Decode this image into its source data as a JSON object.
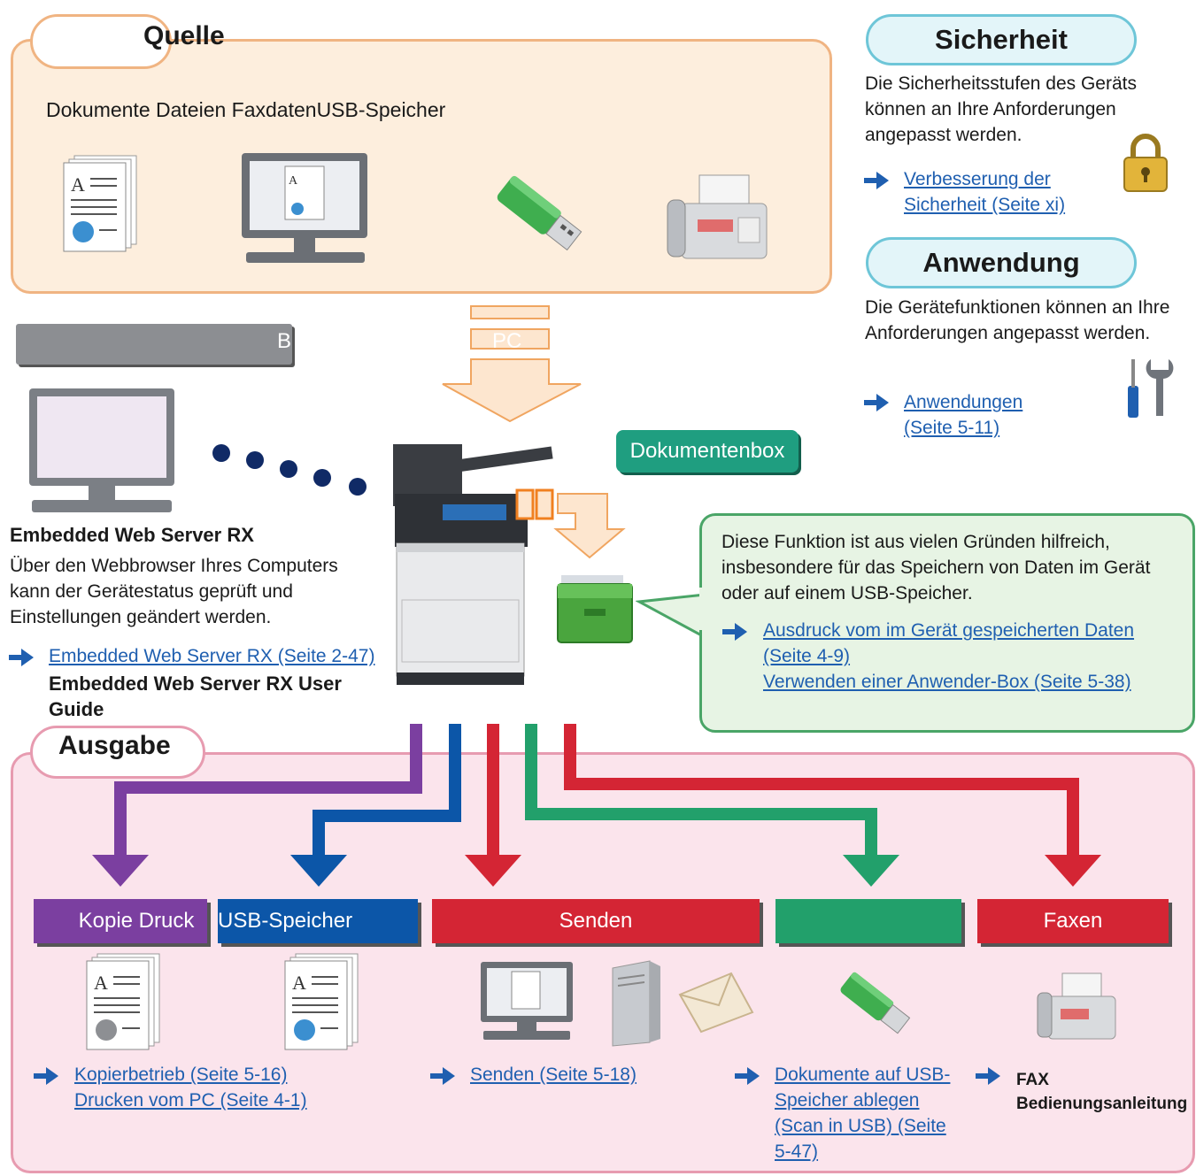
{
  "quelle": {
    "title": "Quelle",
    "subtitle": "Dokumente Dateien FaxdatenUSB-Speicher"
  },
  "sicherheit": {
    "title": "Sicherheit",
    "text": "Die Sicherheitsstufen des Geräts können an Ihre Anforderungen angepasst werden.",
    "link": "Verbesserung der Sicherheit (Seite xi)"
  },
  "anwendung": {
    "title": "Anwendung",
    "text": "Die Gerätefunktionen können an Ihre Anforderungen angepasst werden.",
    "link_line1": "Anwendungen",
    "link_line2": "(Seite 5-11)"
  },
  "pc_bar": {
    "label_left": "B",
    "label_right": "PC"
  },
  "ews": {
    "title": "Embedded Web Server RX",
    "text": "Über den Webbrowser Ihres Computers kann der Gerätestatus geprüft und Einstellungen geändert werden.",
    "link": "Embedded Web Server RX (Seite 2-47)",
    "guide": "Embedded Web Server RX User Guide"
  },
  "dokumentenbox": {
    "label": "Dokumentenbox",
    "text": "Diese Funktion ist aus vielen Gründen hilfreich, insbesondere für das Speichern von Daten im Gerät oder auf einem USB-Speicher.",
    "link1_line1": "Ausdruck vom im Gerät gespeicherten Daten",
    "link1_line2": "(Seite 4-9)",
    "link2": "Verwenden einer Anwender-Box (Seite 5-38)"
  },
  "ausgabe": {
    "title": "Ausgabe",
    "bars": {
      "kopie": "Kopie Druck",
      "usb": "USB-Speicher",
      "senden": "Senden",
      "faxen": "Faxen"
    },
    "links": {
      "kopie": "Kopierbetrieb (Seite 5-16)",
      "drucken": "Drucken vom PC (Seite 4-1)",
      "senden": "Senden (Seite 5-18)",
      "usb_line1": "Dokumente auf USB-",
      "usb_line2": "Speicher ablegen",
      "usb_line3": "(Scan in USB) (Seite",
      "usb_line4": "5-47)"
    },
    "fax_title": "FAX",
    "fax_guide": "Bedienungsanleitung"
  },
  "colors": {
    "orange": "#f0b482",
    "purple": "#7b3fa0",
    "blue": "#0c56a8",
    "red": "#d42534",
    "green": "#22a06b",
    "link": "#1f5fb0"
  }
}
